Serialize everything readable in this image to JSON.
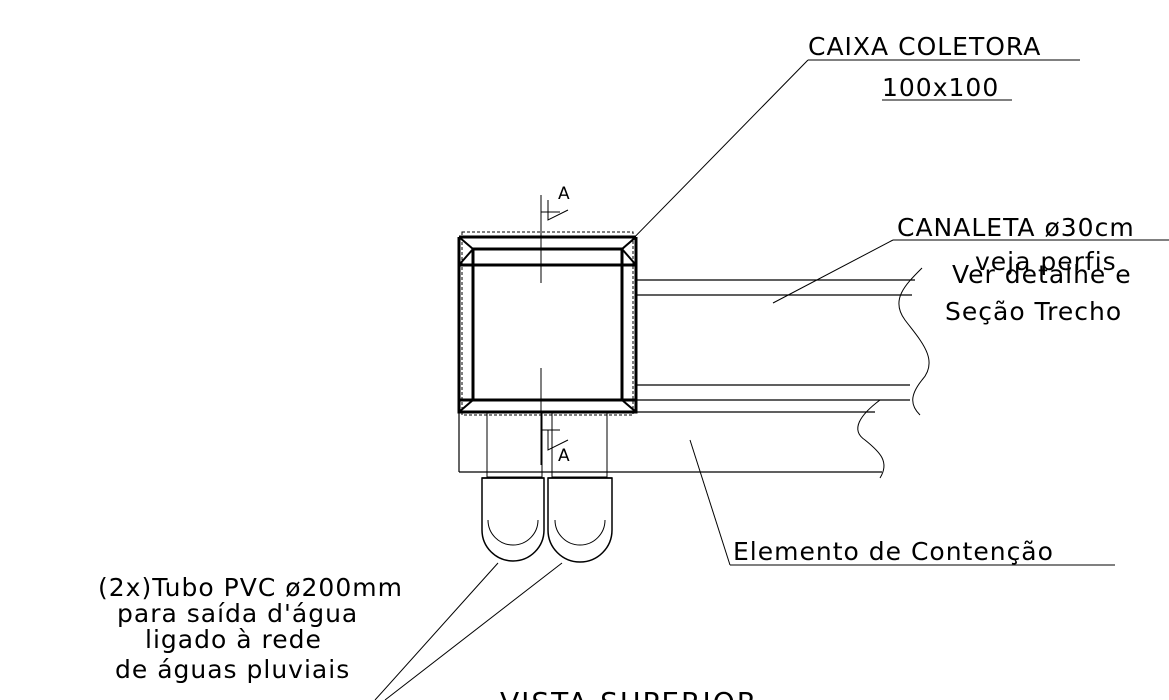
{
  "labels": {
    "caixa_title": "CAIXA COLETORA",
    "caixa_size": "100x100",
    "canaleta_title": "CANALETA ø30cm",
    "canaleta_line2": "veja perfis",
    "canaleta_line3": "Ver detalhe e",
    "canaleta_line4": "Seção Trecho",
    "elemento": "Elemento de Contenção",
    "tubo_line1": "(2x)Tubo PVC ø200mm",
    "tubo_line2": "para saída d'água",
    "tubo_line3": "ligado à rede",
    "tubo_line4": "de águas pluviais",
    "section_marker": "A",
    "view_title": "VISTA SUPERIOR"
  }
}
